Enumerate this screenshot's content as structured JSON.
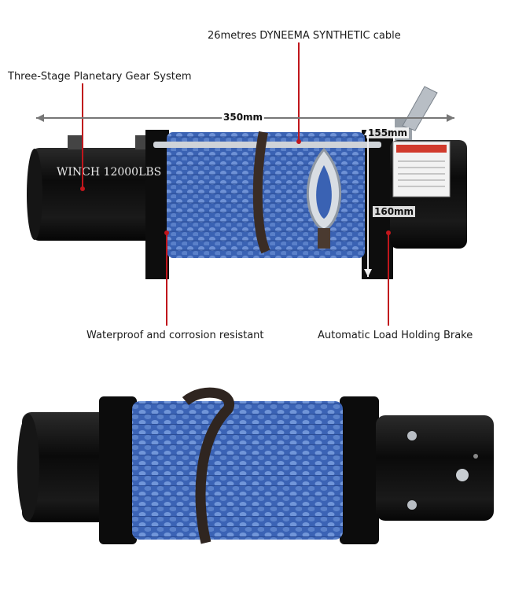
{
  "callouts": {
    "cable": "26metres DYNEEMA SYNTHETIC cable",
    "gear": "Three-Stage Planetary Gear System",
    "waterproof": "Waterproof and corrosion resistant",
    "brake": "Automatic Load Holding Brake"
  },
  "dimensions": {
    "length": "350mm",
    "height_top": "155mm",
    "height_side": "160mm"
  },
  "motor_label": "WINCH 12000LBS",
  "colors": {
    "callout_line": "#c0161c",
    "rope": "#3f67b8",
    "body": "#0e0e0e"
  }
}
